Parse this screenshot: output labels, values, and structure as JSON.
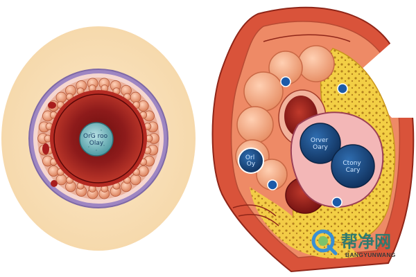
{
  "labels": {
    "left_center": "OrǤ roo\nOlay",
    "right_small_circle": "Orl\nOy",
    "right_large_top": "Orver\nOary",
    "right_large_bottom": "Ctony\nCary"
  },
  "watermark": {
    "logo_text": "帮净网",
    "url_text": "BANGYUNWANG",
    "logo_color": "#2f7a6f"
  },
  "colors": {
    "tissue_red": "#d9533a",
    "follicle_peach": "#f2a07a",
    "yellow_stroma": "#f4d34b",
    "blue_oocyte": "#1d4f8a",
    "cream_bg": "#f9e2bc",
    "purple_ring": "#9e86c2"
  }
}
